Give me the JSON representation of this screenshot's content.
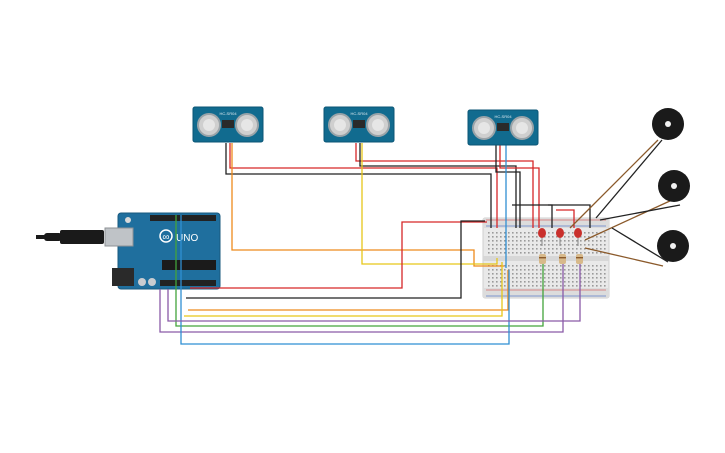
{
  "circuit": {
    "arduino": {
      "logo_text": "UNO",
      "brand_symbol": "∞"
    },
    "sensors": [
      {
        "label": "HC-SR04"
      },
      {
        "label": "HC-SR04"
      },
      {
        "label": "HC-SR04"
      }
    ],
    "wire_colors": {
      "red": "#d62728",
      "black": "#222222",
      "orange": "#ee8a1c",
      "yellow": "#e6c619",
      "green": "#43a33b",
      "purple": "#8a5aa8",
      "blue": "#2f8fd3",
      "brown": "#8b5a2b"
    },
    "component_colors": {
      "board": "#1f6f9e",
      "sensor_pcb": "#116b8f",
      "breadboard": "#e9e9e9",
      "led": "#c9302c",
      "buzzer": "#1a1a1a"
    }
  }
}
